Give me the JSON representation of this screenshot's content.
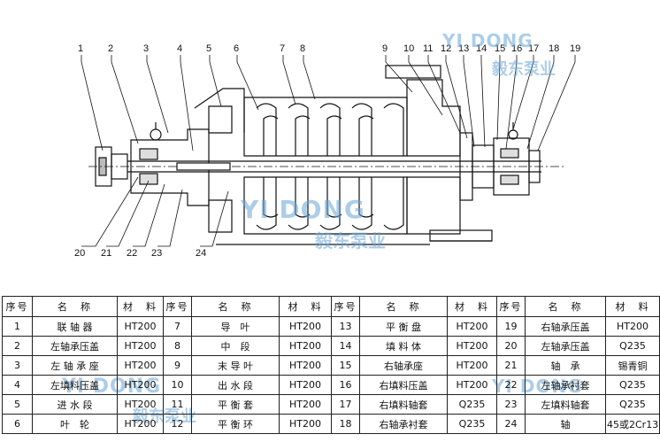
{
  "callouts_top": [
    "1",
    "2",
    "3",
    "4",
    "5",
    "6",
    "7",
    "8",
    "9",
    "10",
    "11",
    "12",
    "13",
    "14",
    "15",
    "16",
    "17",
    "18",
    "19"
  ],
  "callouts_bottom": [
    "20",
    "21",
    "22",
    "23",
    "24"
  ],
  "watermark": {
    "brand": "YI DONG",
    "name": "毅东泵业"
  },
  "table": {
    "headers": [
      "序号",
      "名　称",
      "材　料",
      "序号",
      "名　称",
      "材　料",
      "序号",
      "名　称",
      "材　料",
      "序号",
      "名　称",
      "材　料"
    ],
    "rows": [
      [
        "1",
        "联 轴 器",
        "HT200",
        "7",
        "导　叶",
        "HT200",
        "13",
        "平 衡 盘",
        "HT200",
        "19",
        "右轴承压盖",
        "HT200"
      ],
      [
        "2",
        "左轴承压盖",
        "HT200",
        "8",
        "中　段",
        "HT200",
        "14",
        "填 料 体",
        "HT200",
        "20",
        "左轴承压盖",
        "Q235"
      ],
      [
        "3",
        "左 轴 承 座",
        "HT200",
        "9",
        "末 导 叶",
        "HT200",
        "15",
        "右轴承座",
        "HT200",
        "21",
        "轴　承",
        "锡青铜"
      ],
      [
        "4",
        "左填料压盖",
        "HT200",
        "10",
        "出 水 段",
        "HT200",
        "16",
        "右填料压盖",
        "HT200",
        "22",
        "左轴承衬套",
        "Q235"
      ],
      [
        "5",
        "进 水 段",
        "HT200",
        "11",
        "平 衡 套",
        "HT200",
        "17",
        "右填料轴套",
        "Q235",
        "23",
        "左填料轴套",
        "Q235"
      ],
      [
        "6",
        "叶　轮",
        "HT200",
        "12",
        "平 衡 环",
        "HT200",
        "18",
        "右轴承衬套",
        "Q235",
        "24",
        "轴",
        "45或2Cr13"
      ]
    ]
  }
}
